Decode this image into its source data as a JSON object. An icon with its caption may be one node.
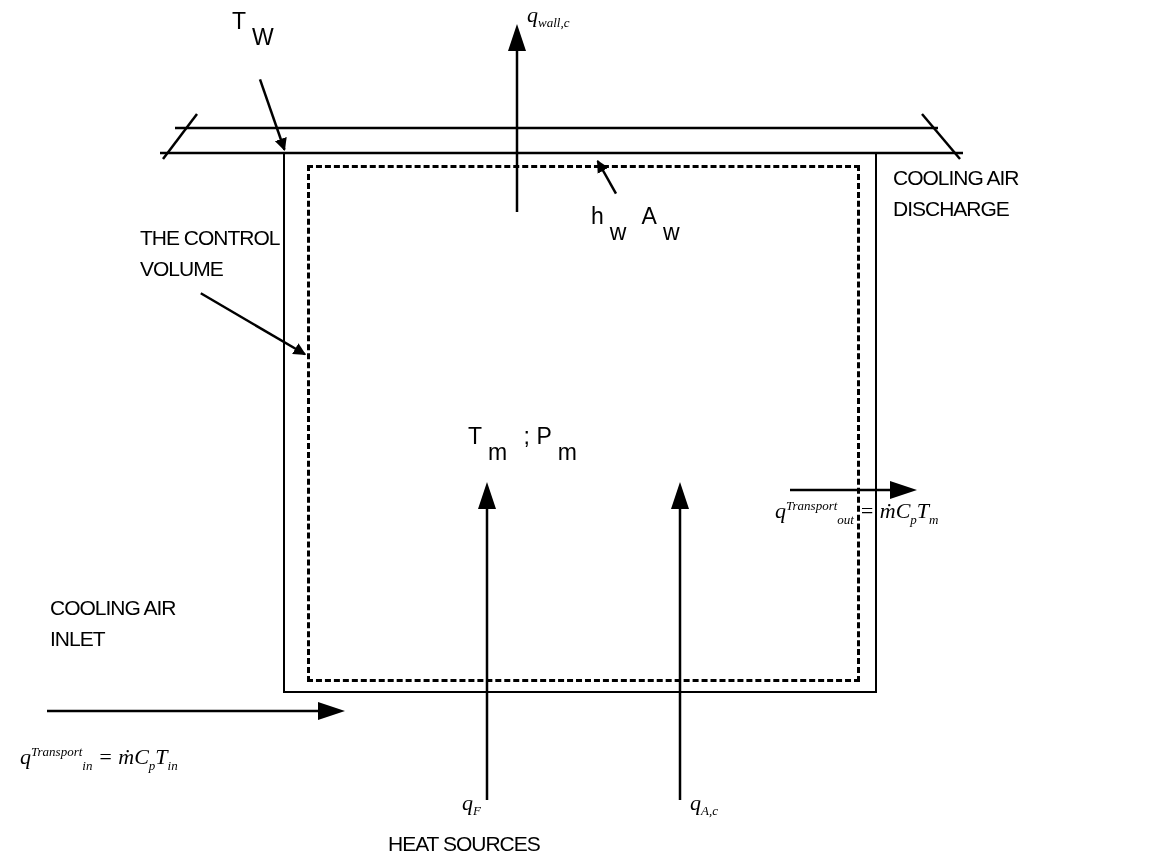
{
  "diagram": {
    "nodes": [
      {
        "text": [],
        "shape": "bar"
      },
      {
        "text": [],
        "shape": "box"
      },
      {
        "text": [
          "T$_{m}$ ; P$_{m}$"
        ],
        "in": 1
      },
      {
        "text": [
          "THE CONTROL VOLUME"
        ]
      },
      {
        "text": [
          "T$_{W}$"
        ]
      },
      {
        "text": [
          "h$_{w}$ A$_{w}$"
        ],
        "in": 2
      }
    ],
    "edges": [
      {
        "from": 3,
        "to": 2,
        "arrow": "to"
      },
      {
        "from": 4,
        "to": 0,
        "arrow": "to"
      },
      {
        "from": 5,
        "to": 0,
        "arrow": "to"
      }
    ],
    "labels": [
      "q$_{wall,c}$",
      "COOLING AIR DISCHARGE",
      "q$^{Transport}$$_{out}$ = ṁC$_{p}$T$_{m}$",
      "COOLING AIR INLET",
      "q$^{Transport}$$_{in}$ = ṁC$_{p}$T$_{in}$",
      "q$_{F}$",
      "q$_{A,c}$",
      "HEAT SOURCES"
    ]
  }
}
